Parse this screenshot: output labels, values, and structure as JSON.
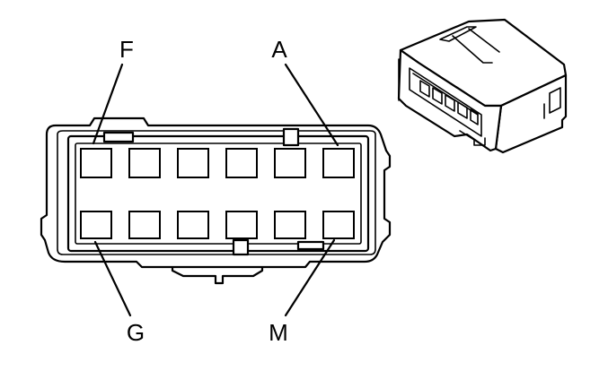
{
  "labels": {
    "f": "F",
    "a": "A",
    "g": "G",
    "m": "M"
  },
  "colors": {
    "line": "#000000",
    "background": "#ffffff"
  }
}
